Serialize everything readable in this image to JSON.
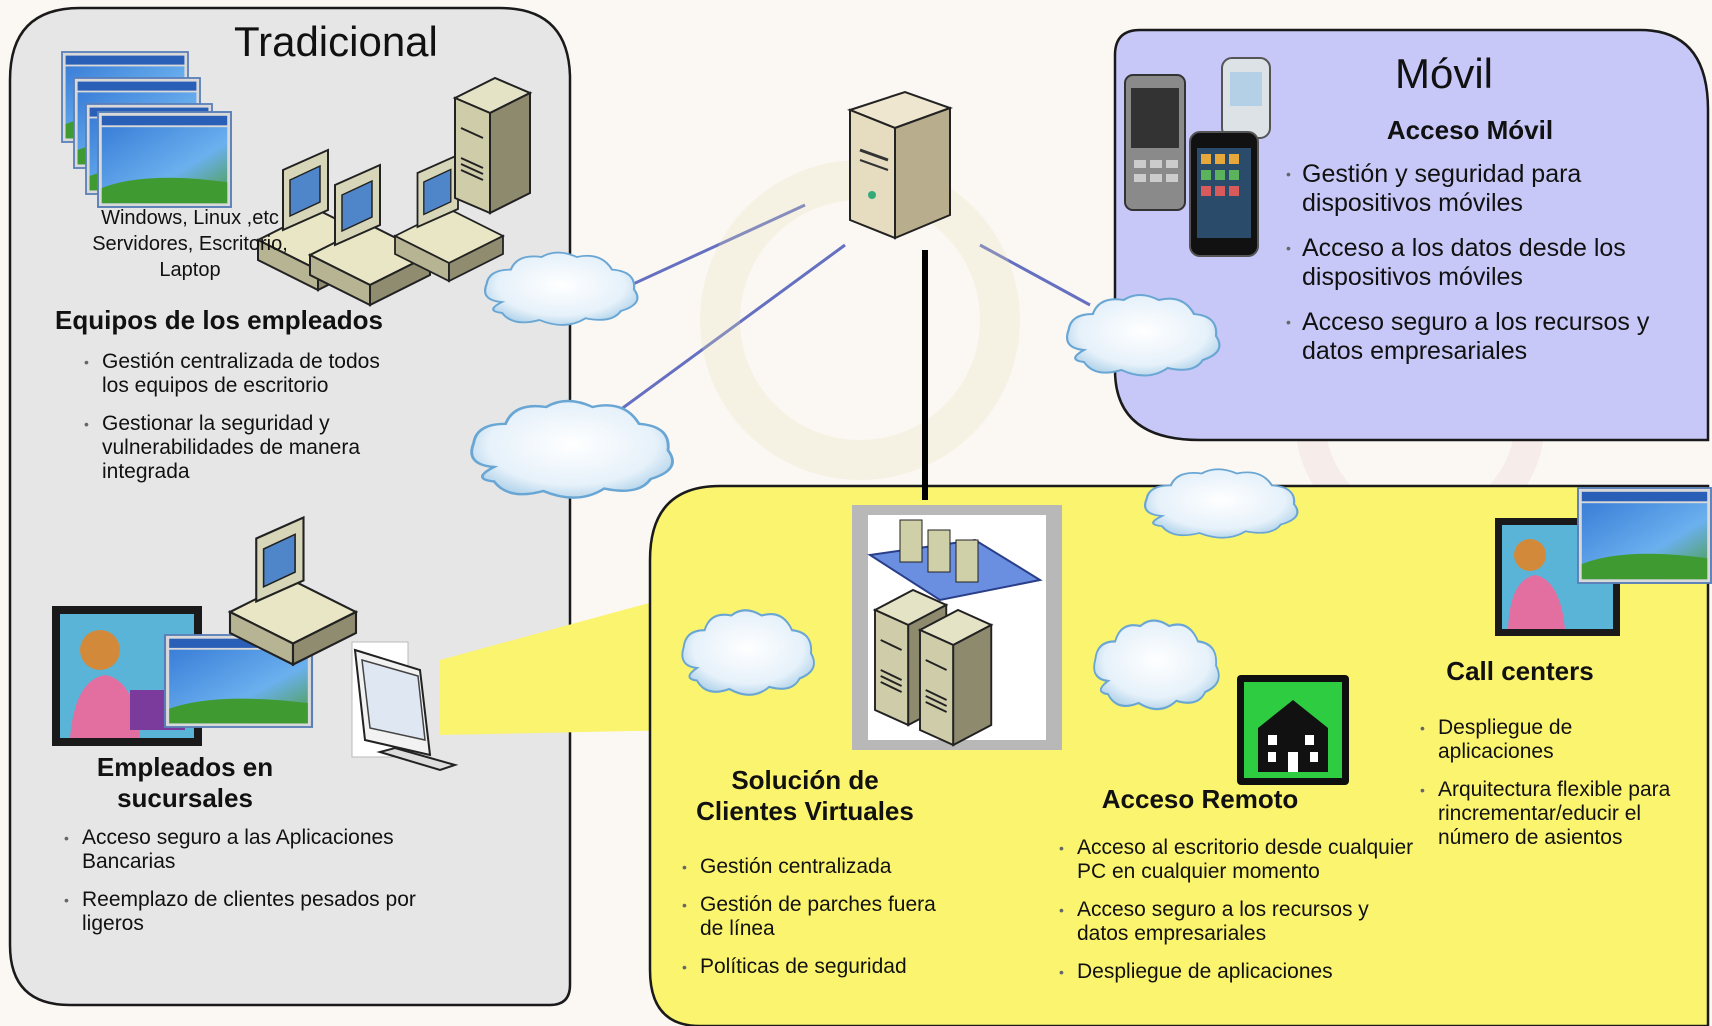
{
  "traditional": {
    "title": "Tradicional",
    "devices_caption": [
      "Windows, Linux ,etc",
      "Servidores, Escritorio,",
      "Laptop"
    ],
    "employees_title": "Equipos de los empleados",
    "employees_bullets": [
      "Gestión centralizada de todos los equipos de escritorio",
      "Gestionar la seguridad y vulnerabilidades de manera integrada"
    ],
    "branch_title": [
      "Empleados en",
      "sucursales"
    ],
    "branch_bullets": [
      "Acceso seguro a las Aplicaciones Bancarias",
      "Reemplazo de clientes pesados por ligeros"
    ]
  },
  "mobile": {
    "title": "Móvil",
    "subtitle": "Acceso Móvil",
    "bullets": [
      "Gestión y seguridad para dispositivos móviles",
      "Acceso a los datos desde los dispositivos móviles",
      "Acceso seguro a los recursos y datos empresariales"
    ]
  },
  "virtual": {
    "title": [
      "Solución de",
      "Clientes Virtuales"
    ],
    "bullets": [
      "Gestión centralizada",
      "Gestión de parches fuera de línea",
      "Políticas de seguridad"
    ]
  },
  "remote": {
    "title": "Acceso Remoto",
    "bullets": [
      "Acceso al escritorio desde cualquier PC en cualquier momento",
      "Acceso seguro a los recursos y datos empresariales",
      "Despliegue de aplicaciones"
    ]
  },
  "callcenter": {
    "title": "Call centers",
    "bullets": [
      "Despliegue de aplicaciones",
      "Arquitectura flexible para rincrementar/educir el número de asientos"
    ]
  },
  "colors": {
    "traditional_panel": "#e6e6e6",
    "mobile_panel": "#c8c8f8",
    "virtual_panel": "#fbf46e",
    "cloud_fill": "#cfe6f5",
    "link_line": "#6670c0"
  },
  "icons": [
    "desktop-screens-icon",
    "desktop-computers-icon",
    "tower-server-icon",
    "cloud-icon",
    "main-server-icon",
    "mobile-phones-icon",
    "server-cluster-icon",
    "call-agent-icon",
    "thin-client-icon",
    "house-icon"
  ]
}
